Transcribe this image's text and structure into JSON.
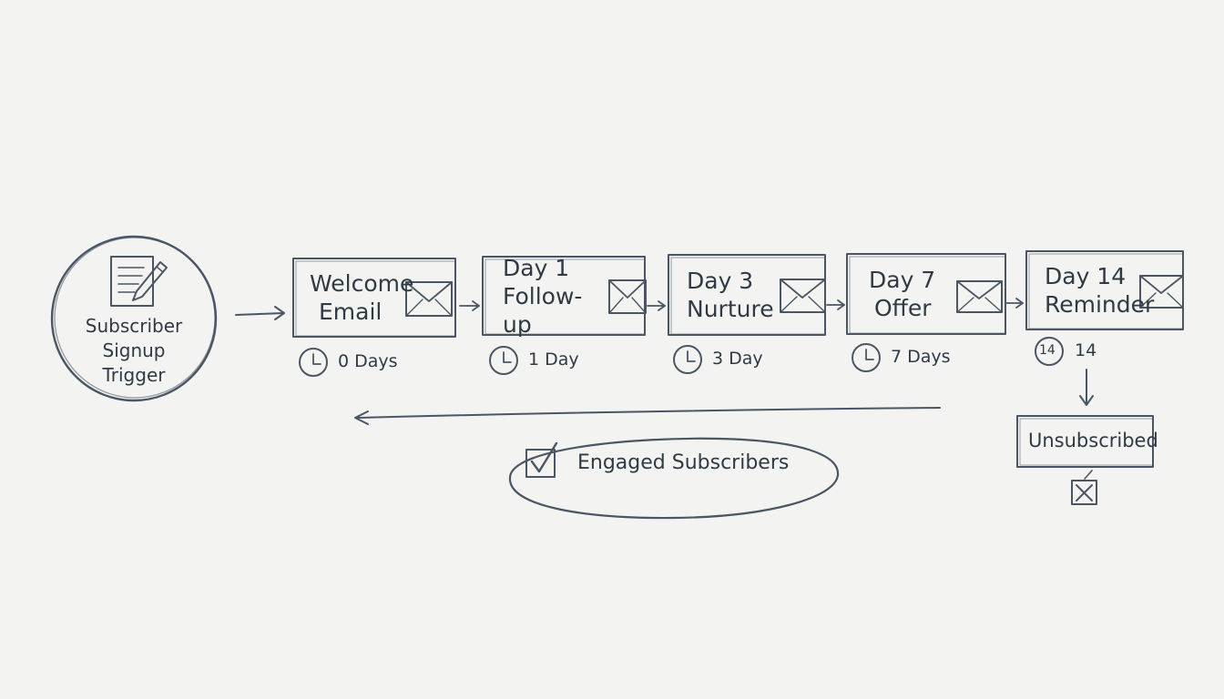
{
  "trigger": {
    "lines": [
      "Subscriber",
      "Signup",
      "Trigger"
    ],
    "icon": "form-pencil-icon"
  },
  "steps": [
    {
      "title_line1": "Welcome",
      "title_line2": "Email",
      "delay": "0 Days",
      "icon": "envelope-icon"
    },
    {
      "title_line1": "Day 1",
      "title_line2": "Follow-up",
      "delay": "1 Day",
      "icon": "envelope-icon"
    },
    {
      "title_line1": "Day 3",
      "title_line2": "Nurture",
      "delay": "3 Day",
      "icon": "envelope-icon"
    },
    {
      "title_line1": "Day 7",
      "title_line2": "Offer",
      "delay": "7 Days",
      "icon": "envelope-icon"
    },
    {
      "title_line1": "Day 14",
      "title_line2": "Reminder",
      "delay": "14",
      "delay_badge": "14",
      "icon": "envelope-icon"
    }
  ],
  "unsubscribed": {
    "label": "Unsubscribed",
    "icon": "x-box-icon"
  },
  "engaged": {
    "label": "Engaged Subscribers",
    "icon": "check-box-icon"
  },
  "colors": {
    "ink": "#4a5664",
    "paper": "#f3f3f1",
    "text": "#2f3a45"
  }
}
